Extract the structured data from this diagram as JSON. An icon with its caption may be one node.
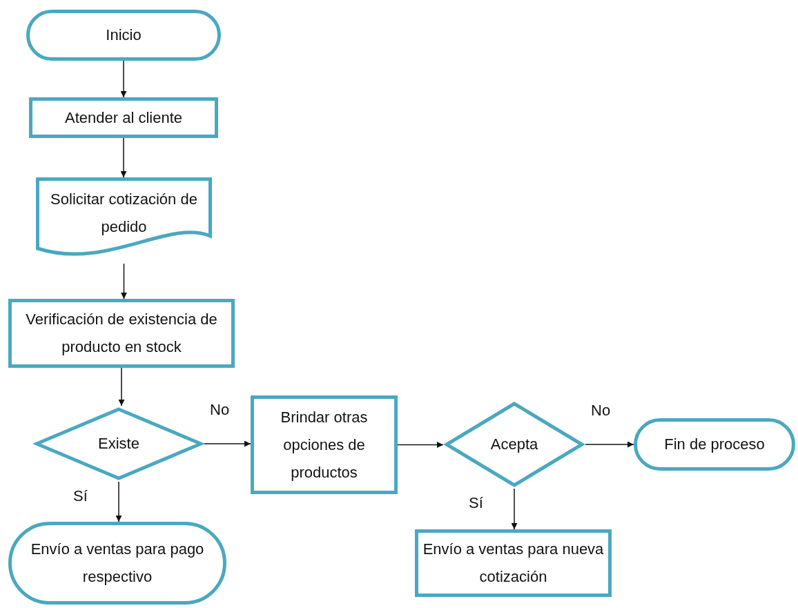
{
  "diagram": {
    "nodes": [
      {
        "text": [
          "Inicio"
        ]
      },
      {
        "text": [
          "Atender al cliente"
        ]
      },
      {
        "text": [
          "Solicitar cotización de pedido"
        ]
      },
      {
        "text": [
          "Verificación de existencia de producto en stock"
        ]
      },
      {
        "text": [
          "Existe"
        ]
      },
      {
        "text": [
          "Brindar otras opciones de productos"
        ]
      },
      {
        "text": [
          "Acepta"
        ]
      },
      {
        "text": [
          "Fin de proceso"
        ]
      },
      {
        "text": [
          "Envío a ventas para pago respectivo"
        ]
      },
      {
        "text": [
          "Envío a ventas para nueva cotización"
        ]
      }
    ],
    "edges": [
      {
        "from": 0,
        "to": 1,
        "arrow": "to"
      },
      {
        "from": 1,
        "to": 2,
        "arrow": "to"
      },
      {
        "from": 2,
        "to": 3,
        "arrow": "to"
      },
      {
        "from": 3,
        "to": 4,
        "arrow": "to"
      },
      {
        "from": 4,
        "to": 5,
        "arrow": "to",
        "label": "No"
      },
      {
        "from": 4,
        "to": 8,
        "arrow": "to",
        "label": "Sí"
      },
      {
        "from": 5,
        "to": 6,
        "arrow": "to"
      },
      {
        "from": 6,
        "to": 7,
        "arrow": "to",
        "label": "No"
      },
      {
        "from": 6,
        "to": 9,
        "arrow": "to",
        "label": "Sí"
      }
    ]
  }
}
